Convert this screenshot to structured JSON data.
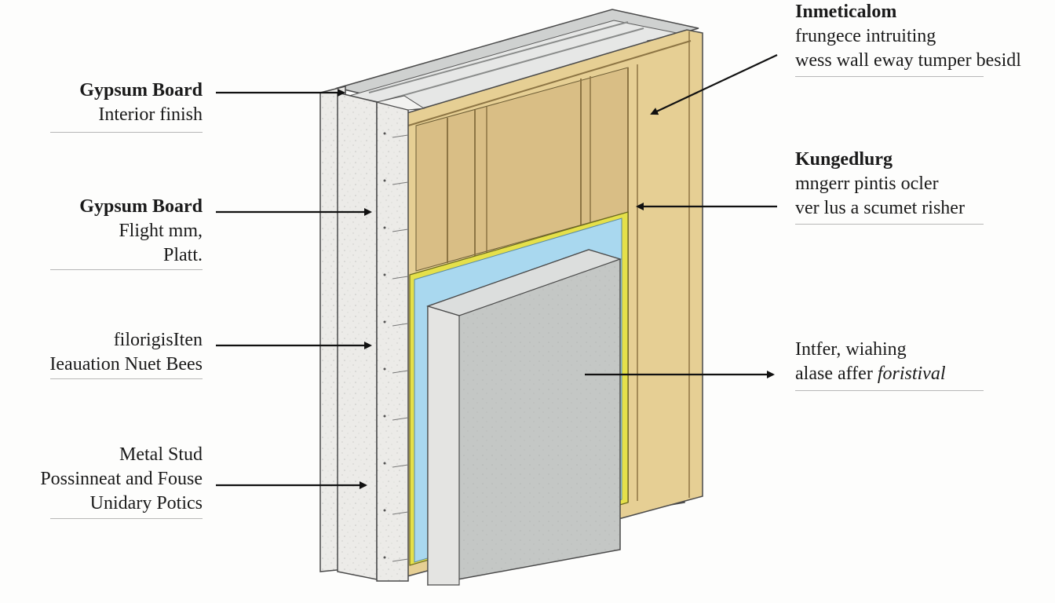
{
  "left_labels": [
    {
      "lines": [
        "Gypsum Board",
        "Interior finish"
      ]
    },
    {
      "lines": [
        "Gypsum Board",
        "Flight mm,",
        "Platt."
      ]
    },
    {
      "lines": [
        "filorigisIten",
        "Ieauation Nuet Bees"
      ]
    },
    {
      "lines": [
        "Metal Stud",
        "Possinneat and Fouse",
        "Unidary Potics"
      ]
    }
  ],
  "right_labels": [
    {
      "lines": [
        "Inmeticalom",
        "frungece intruiting",
        "wess wall eway tumper besidl"
      ]
    },
    {
      "lines": [
        "Kungedlurg",
        "mngerr pintis ocler",
        "ver lus a scumet risher"
      ]
    },
    {
      "lines": [
        "Intfer, wiahing",
        "alase affer",
        "foristival"
      ]
    }
  ],
  "colors": {
    "gypsum": "#e9e9e7",
    "stud_wood": "#e6cf94",
    "insulation_panel": "#d9be85",
    "vapor_barrier": "#a9d8ef",
    "yellow_edge": "#e5e04a",
    "sheathing": "#c3c6c4",
    "metal": "#b5b7b6",
    "outline": "#4a4a4a",
    "arrow": "#111111"
  }
}
